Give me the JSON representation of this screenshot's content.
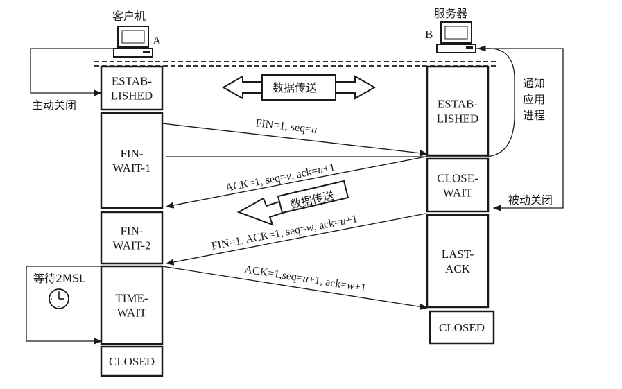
{
  "hosts": {
    "client": {
      "name": "客户机",
      "tag": "A"
    },
    "server": {
      "name": "服务器",
      "tag": "B"
    }
  },
  "client_states": [
    {
      "id": "established",
      "lines": [
        "ESTAB-",
        "LISHED"
      ]
    },
    {
      "id": "fin-wait-1",
      "lines": [
        "FIN-",
        "WAIT-1"
      ]
    },
    {
      "id": "fin-wait-2",
      "lines": [
        "FIN-",
        "WAIT-2"
      ]
    },
    {
      "id": "time-wait",
      "lines": [
        "TIME-",
        "WAIT"
      ]
    },
    {
      "id": "closed",
      "lines": [
        "CLOSED"
      ]
    }
  ],
  "server_states": [
    {
      "id": "established",
      "lines": [
        "ESTAB-",
        "LISHED"
      ]
    },
    {
      "id": "close-wait",
      "lines": [
        "CLOSE-",
        "WAIT"
      ]
    },
    {
      "id": "last-ack",
      "lines": [
        "LAST-",
        "ACK"
      ]
    },
    {
      "id": "closed",
      "lines": [
        "CLOSED"
      ]
    }
  ],
  "messages": [
    {
      "id": "fin1",
      "parts": [
        [
          "FIN=1, seq=",
          false
        ],
        [
          "u",
          true
        ]
      ]
    },
    {
      "id": "ack1",
      "parts": [
        [
          "ACK=1, seq=",
          false
        ],
        [
          "v",
          true
        ],
        [
          ", ack=",
          false
        ],
        [
          "u",
          true
        ],
        [
          "+1",
          false
        ]
      ]
    },
    {
      "id": "fin2",
      "parts": [
        [
          "FIN=1, ACK=1, seq=",
          false
        ],
        [
          "w",
          true
        ],
        [
          ", ack=",
          false
        ],
        [
          "u",
          true
        ],
        [
          "+1",
          false
        ]
      ]
    },
    {
      "id": "ack2",
      "parts": [
        [
          "ACK=1,seq=",
          false
        ],
        [
          "u",
          true
        ],
        [
          "+1, ack=",
          false
        ],
        [
          "w",
          true
        ],
        [
          "+1",
          false
        ]
      ]
    }
  ],
  "annotations": {
    "active_close": "主动关闭",
    "passive_close": "被动关闭",
    "notify_app": [
      "通知",
      "应用",
      "进程"
    ],
    "wait_2msl": "等待2MSL",
    "data_transfer_both": "数据传送",
    "data_transfer_one": "数据传送"
  }
}
